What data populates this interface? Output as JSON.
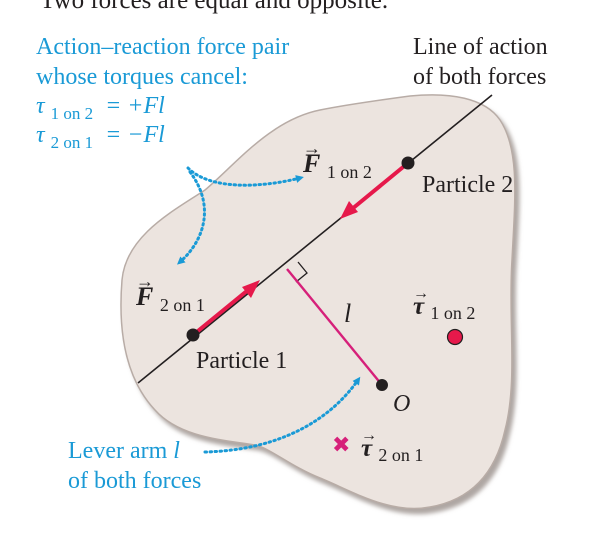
{
  "top_text": {
    "cut_line": "Two forces are equal and opposite."
  },
  "callouts": {
    "pair_title_line1": "Action–reaction force pair",
    "pair_title_line2": "whose torques cancel:",
    "tau12_symbol": "τ",
    "tau12_sub": "1 on 2",
    "tau12_value": "= +Fl",
    "tau21_symbol": "τ",
    "tau21_sub": "2 on 1",
    "tau21_value": "= −Fl",
    "lever_arm_prefix": "Lever arm ",
    "lever_arm_var": "l",
    "lever_arm_line2": "of both forces"
  },
  "labels": {
    "line_of_action_1": "Line of action",
    "line_of_action_2": "of both forces",
    "particle_1": "Particle 1",
    "particle_2": "Particle 2",
    "lever_l": "l",
    "origin_o": "O",
    "force12_symbol": "F",
    "force12_sub": "1 on 2",
    "force21_symbol": "F",
    "force21_sub": "2 on 1",
    "torque12_symbol": "τ",
    "torque12_sub": "1 on 2",
    "torque21_symbol": "τ",
    "torque21_sub": "2 on 1",
    "vector_arrow": "→",
    "cross_mark": "✖"
  },
  "colors": {
    "callout_blue": "#1a9ad6",
    "force_red": "#e6194b",
    "lever_magenta": "#d6207a",
    "body_fill": "#ece4df",
    "body_edge": "#b8aca6",
    "ink": "#231f20"
  }
}
